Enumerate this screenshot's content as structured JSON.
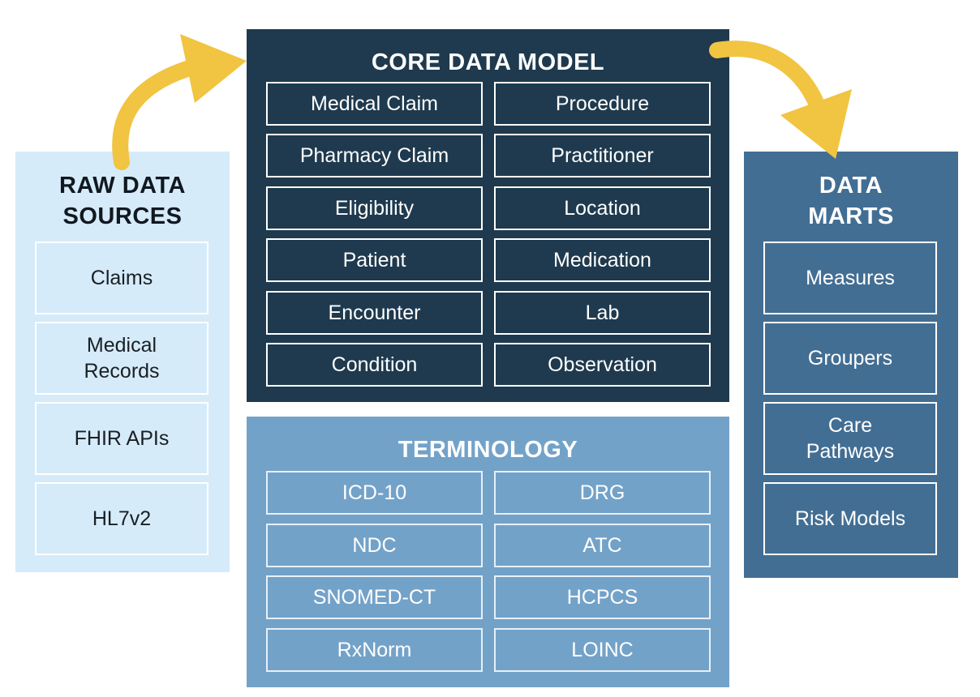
{
  "raw_sources": {
    "title_line1": "RAW DATA",
    "title_line2": "SOURCES",
    "items": [
      "Claims",
      "Medical Records",
      "FHIR APIs",
      "HL7v2"
    ]
  },
  "core_model": {
    "title": "CORE DATA MODEL",
    "items": [
      "Medical Claim",
      "Procedure",
      "Pharmacy Claim",
      "Practitioner",
      "Eligibility",
      "Location",
      "Patient",
      "Medication",
      "Encounter",
      "Lab",
      "Condition",
      "Observation"
    ]
  },
  "terminology": {
    "title": "TERMINOLOGY",
    "items": [
      "ICD-10",
      "DRG",
      "NDC",
      "ATC",
      "SNOMED-CT",
      "HCPCS",
      "RxNorm",
      "LOINC"
    ]
  },
  "data_marts": {
    "title_line1": "DATA",
    "title_line2": "MARTS",
    "items": [
      "Measures",
      "Groupers",
      "Care Pathways",
      "Risk Models"
    ]
  },
  "colors": {
    "raw_panel": "#d6ebf9",
    "core_panel": "#1f3a4e",
    "terminology_panel": "#73a2c9",
    "marts_panel": "#436e93",
    "arrow": "#f1c441"
  }
}
